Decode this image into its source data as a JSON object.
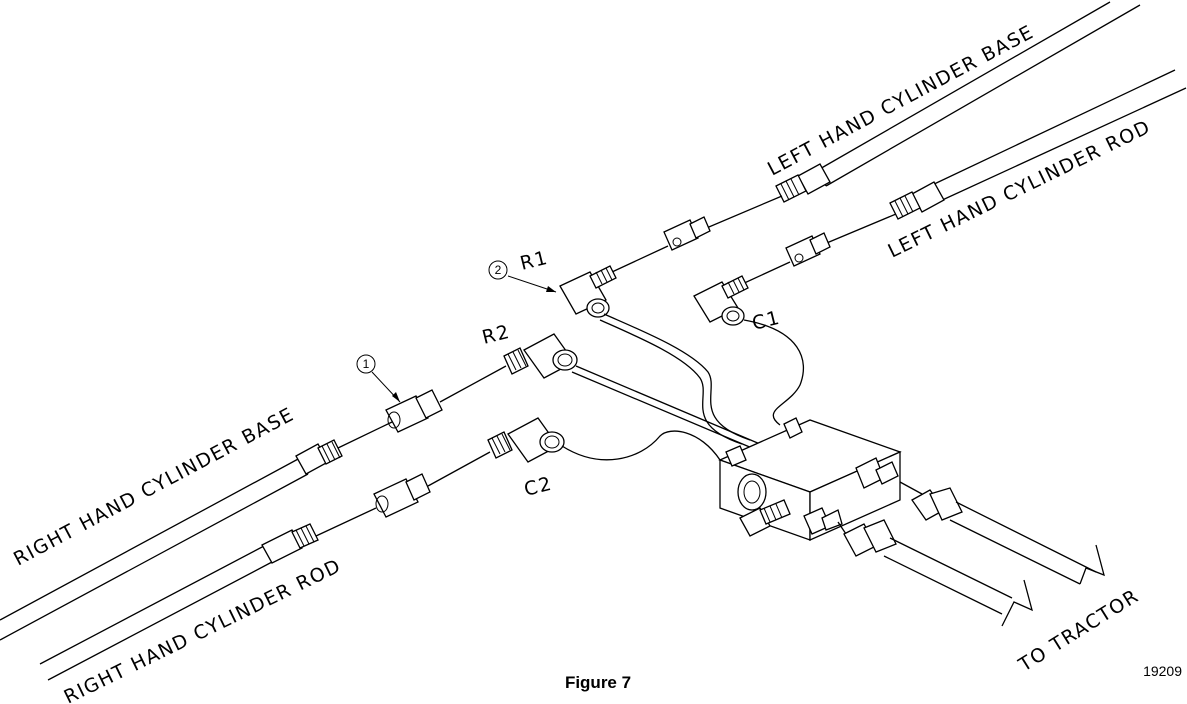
{
  "labels": {
    "left_hand_cylinder_base": "LEFT HAND CYLINDER BASE",
    "left_hand_cylinder_rod": "LEFT HAND CYLINDER ROD",
    "right_hand_cylinder_base": "RIGHT HAND CYLINDER BASE",
    "right_hand_cylinder_rod": "RIGHT HAND CYLINDER ROD",
    "to_tractor": "TO TRACTOR",
    "port_r1": "R1",
    "port_r2": "R2",
    "port_c1": "C1",
    "port_c2": "C2"
  },
  "callouts": [
    "1",
    "2"
  ],
  "caption": "Figure 7",
  "drawing_number": "19209"
}
